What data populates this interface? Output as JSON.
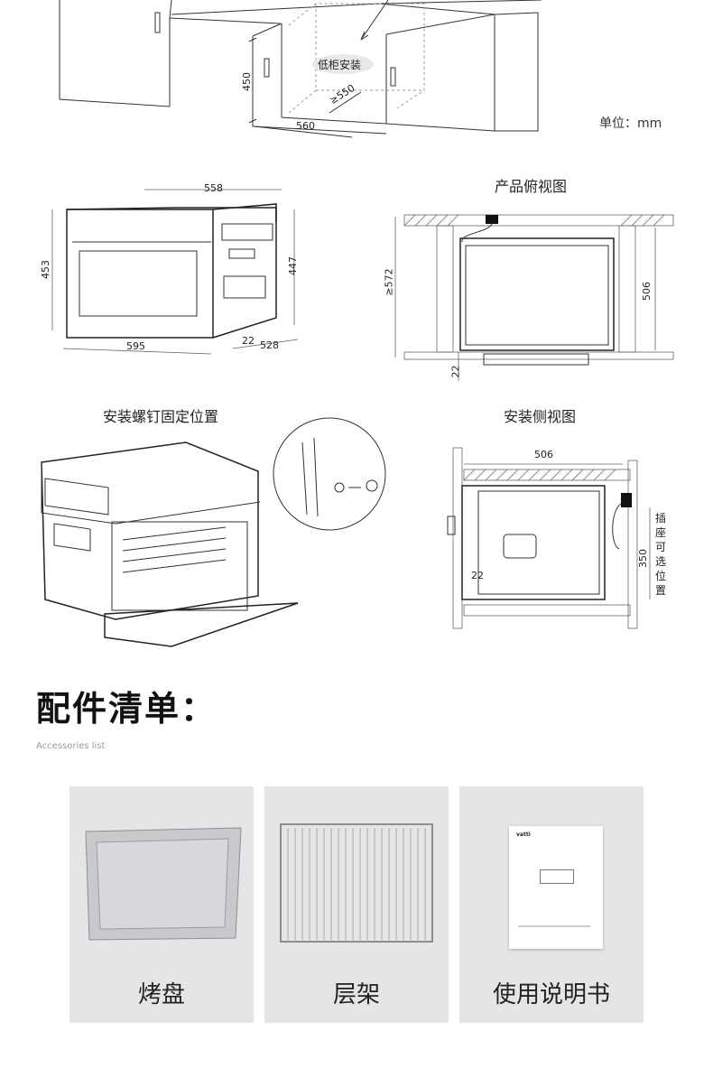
{
  "top_diagram": {
    "bubble_label": "低柜安装",
    "dim_450": "450",
    "dim_560": "560",
    "dim_550": "≥550",
    "unit": "单位：mm"
  },
  "front_diagram": {
    "dim_558": "558",
    "dim_453": "453",
    "dim_447": "447",
    "dim_595": "595",
    "dim_22": "22",
    "dim_528": "528"
  },
  "top_view": {
    "title": "产品俯视图",
    "dim_572": "≥572",
    "dim_506": "506",
    "dim_22": "22"
  },
  "screw_view": {
    "title": "安装螺钉固定位置"
  },
  "side_view": {
    "title": "安装侧视图",
    "dim_506": "506",
    "dim_22": "22",
    "dim_350": "350",
    "socket_label": "插座可选位置"
  },
  "accessories": {
    "title": "配件清单：",
    "subtitle": "Accessories list",
    "items": [
      {
        "label": "烤盘",
        "icon": "baking-tray-image"
      },
      {
        "label": "层架",
        "icon": "wire-rack-image"
      },
      {
        "label": "使用说明书",
        "icon": "manual-image"
      }
    ],
    "manual_brand": "vatti"
  }
}
